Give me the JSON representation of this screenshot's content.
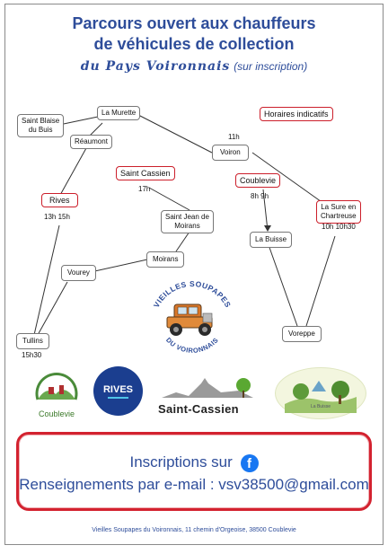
{
  "header": {
    "title_line1": "Parcours ouvert aux chauffeurs",
    "title_line2": "de véhicules de collection",
    "subtitle_script": "du  Pays  Voironnais",
    "subtitle_note": "(sur inscription)"
  },
  "map": {
    "horaires_label": "Horaires indicatifs",
    "nodes": {
      "la_murette": "La Murette",
      "saint_blaise_l1": "Saint Blaise",
      "saint_blaise_l2": "du Buis",
      "reaumont": "Réaumont",
      "voiron": "Voiron",
      "saint_cassien": "Saint Cassien",
      "coublevie": "Coublevie",
      "rives": "Rives",
      "saint_jean_l1": "Saint Jean de",
      "saint_jean_l2": "Moirans",
      "la_sure_l1": "La Sure en",
      "la_sure_l2": "Chartreuse",
      "la_buisse": "La Buisse",
      "moirans": "Moirans",
      "vourey": "Vourey",
      "voreppe": "Voreppe",
      "tullins": "Tullins"
    },
    "times": {
      "voiron": "11h",
      "saint_cassien": "17h",
      "coublevie": "8h   9h",
      "rives": "13h   15h",
      "la_sure": "10h    10h30",
      "tullins": "15h30"
    },
    "line_color": "#333333",
    "highlight_color": "#cc1f2b"
  },
  "logos": {
    "club_top": "VIEILLES SOUPAPES",
    "club_bottom": "DU VOIRONNAIS",
    "coublevie": "Coublevie",
    "rives": "RIVES",
    "saint_cassien": "Saint-Cassien",
    "fourth": "La Buisse"
  },
  "signup": {
    "line1": "Inscriptions sur",
    "facebook_glyph": "f",
    "line2": "Renseignements par e-mail : vsv38500@gmail.com"
  },
  "footer": "Vieilles Soupapes du Voironnais, 11 chemin d'Orgeoise, 38500 Coublevie"
}
